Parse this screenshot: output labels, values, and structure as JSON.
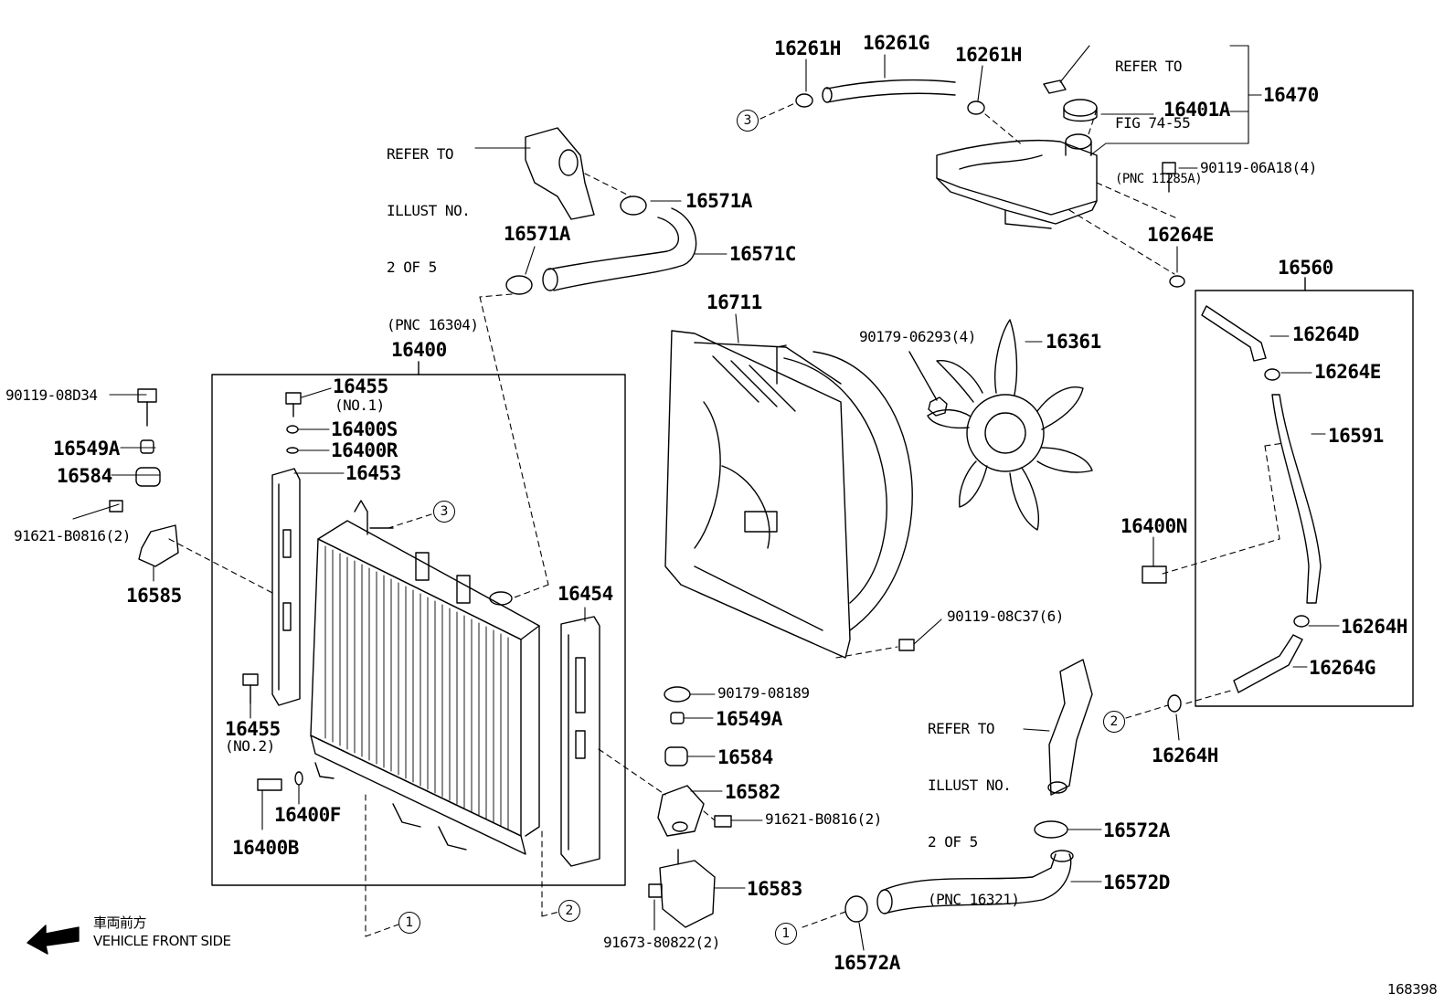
{
  "figure_number": "168398",
  "front_side": {
    "jp": "車両前方",
    "en": "VEHICLE FRONT SIDE"
  },
  "notes": {
    "thermostat": [
      "REFER TO",
      "ILLUST NO.",
      "2 OF 5",
      "(PNC 16304)"
    ],
    "water_inlet": [
      "REFER TO",
      "ILLUST NO.",
      "2 OF 5",
      "(PNC 16321)"
    ],
    "reserve_tank": [
      "REFER TO",
      "FIG 74-55",
      "(PNC 11285A)"
    ]
  },
  "callouts": {
    "c1": "1",
    "c2": "2",
    "c3": "3"
  },
  "parts": {
    "p16261H_a": "16261H",
    "p16261G": "16261G",
    "p16261H_b": "16261H",
    "p16470": "16470",
    "p16401A": "16401A",
    "p90119_06A18": "90119-06A18(4)",
    "p16264E_top": "16264E",
    "p16571A_a": "16571A",
    "p16571A_b": "16571A",
    "p16571C": "16571C",
    "p16560": "16560",
    "p16711": "16711",
    "p90179_06293": "90179-06293(4)",
    "p16361": "16361",
    "p16264D": "16264D",
    "p16264E": "16264E",
    "p16591": "16591",
    "p16400N": "16400N",
    "p16264H_a": "16264H",
    "p16264G": "16264G",
    "p16264H_b": "16264H",
    "p16400": "16400",
    "p16455_top": "16455",
    "p16455_top_sub": "(NO.1)",
    "p16400S": "16400S",
    "p16400R": "16400R",
    "p16453": "16453",
    "p90119_08D34": "90119-08D34",
    "p16549A_l": "16549A",
    "p16584_l": "16584",
    "p91621_B0816_l": "91621-B0816(2)",
    "p16585": "16585",
    "p16455_bot": "16455",
    "p16455_bot_sub": "(NO.2)",
    "p16400F": "16400F",
    "p16400B": "16400B",
    "p16454": "16454",
    "p90119_08C37": "90119-08C37(6)",
    "p90179_08189": "90179-08189",
    "p16549A_r": "16549A",
    "p16584_r": "16584",
    "p16582": "16582",
    "p91621_B0816_r": "91621-B0816(2)",
    "p16583": "16583",
    "p91673_80822": "91673-80822(2)",
    "p16572A_a": "16572A",
    "p16572D": "16572D",
    "p16572A_b": "16572A"
  }
}
